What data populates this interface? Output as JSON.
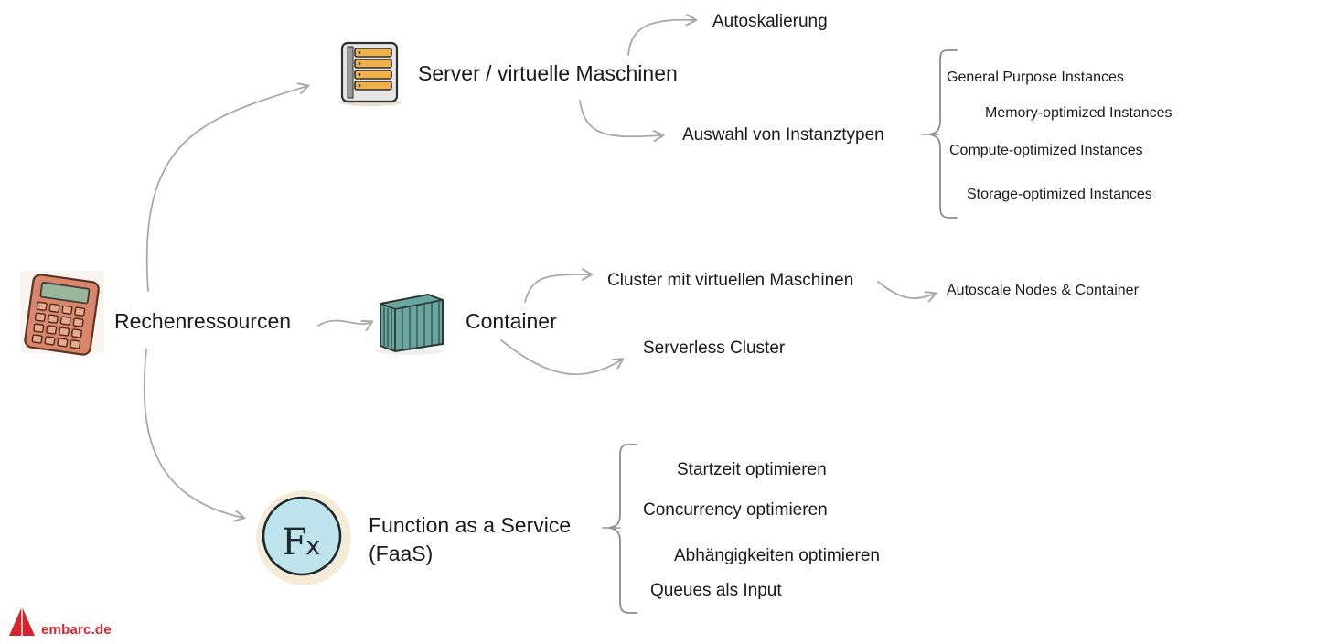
{
  "nodes": {
    "root": "Rechenressourcen",
    "server": "Server / virtuelle Maschinen",
    "autoscaling": "Autoskalierung",
    "instance_selection": "Auswahl von Instanztypen",
    "instance_types": [
      "General Purpose Instances",
      "Memory-optimized Instances",
      "Compute-optimized Instances",
      "Storage-optimized Instances"
    ],
    "container": "Container",
    "vm_cluster": "Cluster mit virtuellen Maschinen",
    "autoscale_nodes": "Autoscale Nodes & Container",
    "serverless_cluster": "Serverless Cluster",
    "faas_line1": "Function as a Service",
    "faas_line2": "(FaaS)",
    "faas_items": [
      "Startzeit optimieren",
      "Concurrency optimieren",
      "Abhängigkeiten optimieren",
      "Queues als Input"
    ]
  },
  "icons": {
    "root": "calculator-icon",
    "server": "server-rack-icon",
    "container": "shipping-container-icon",
    "faas": "function-fx-icon"
  },
  "logo": {
    "text": "embarc.de",
    "color": "#d9232d"
  },
  "colors": {
    "connector": "#a8a8a8",
    "text": "#1a1a1a"
  }
}
